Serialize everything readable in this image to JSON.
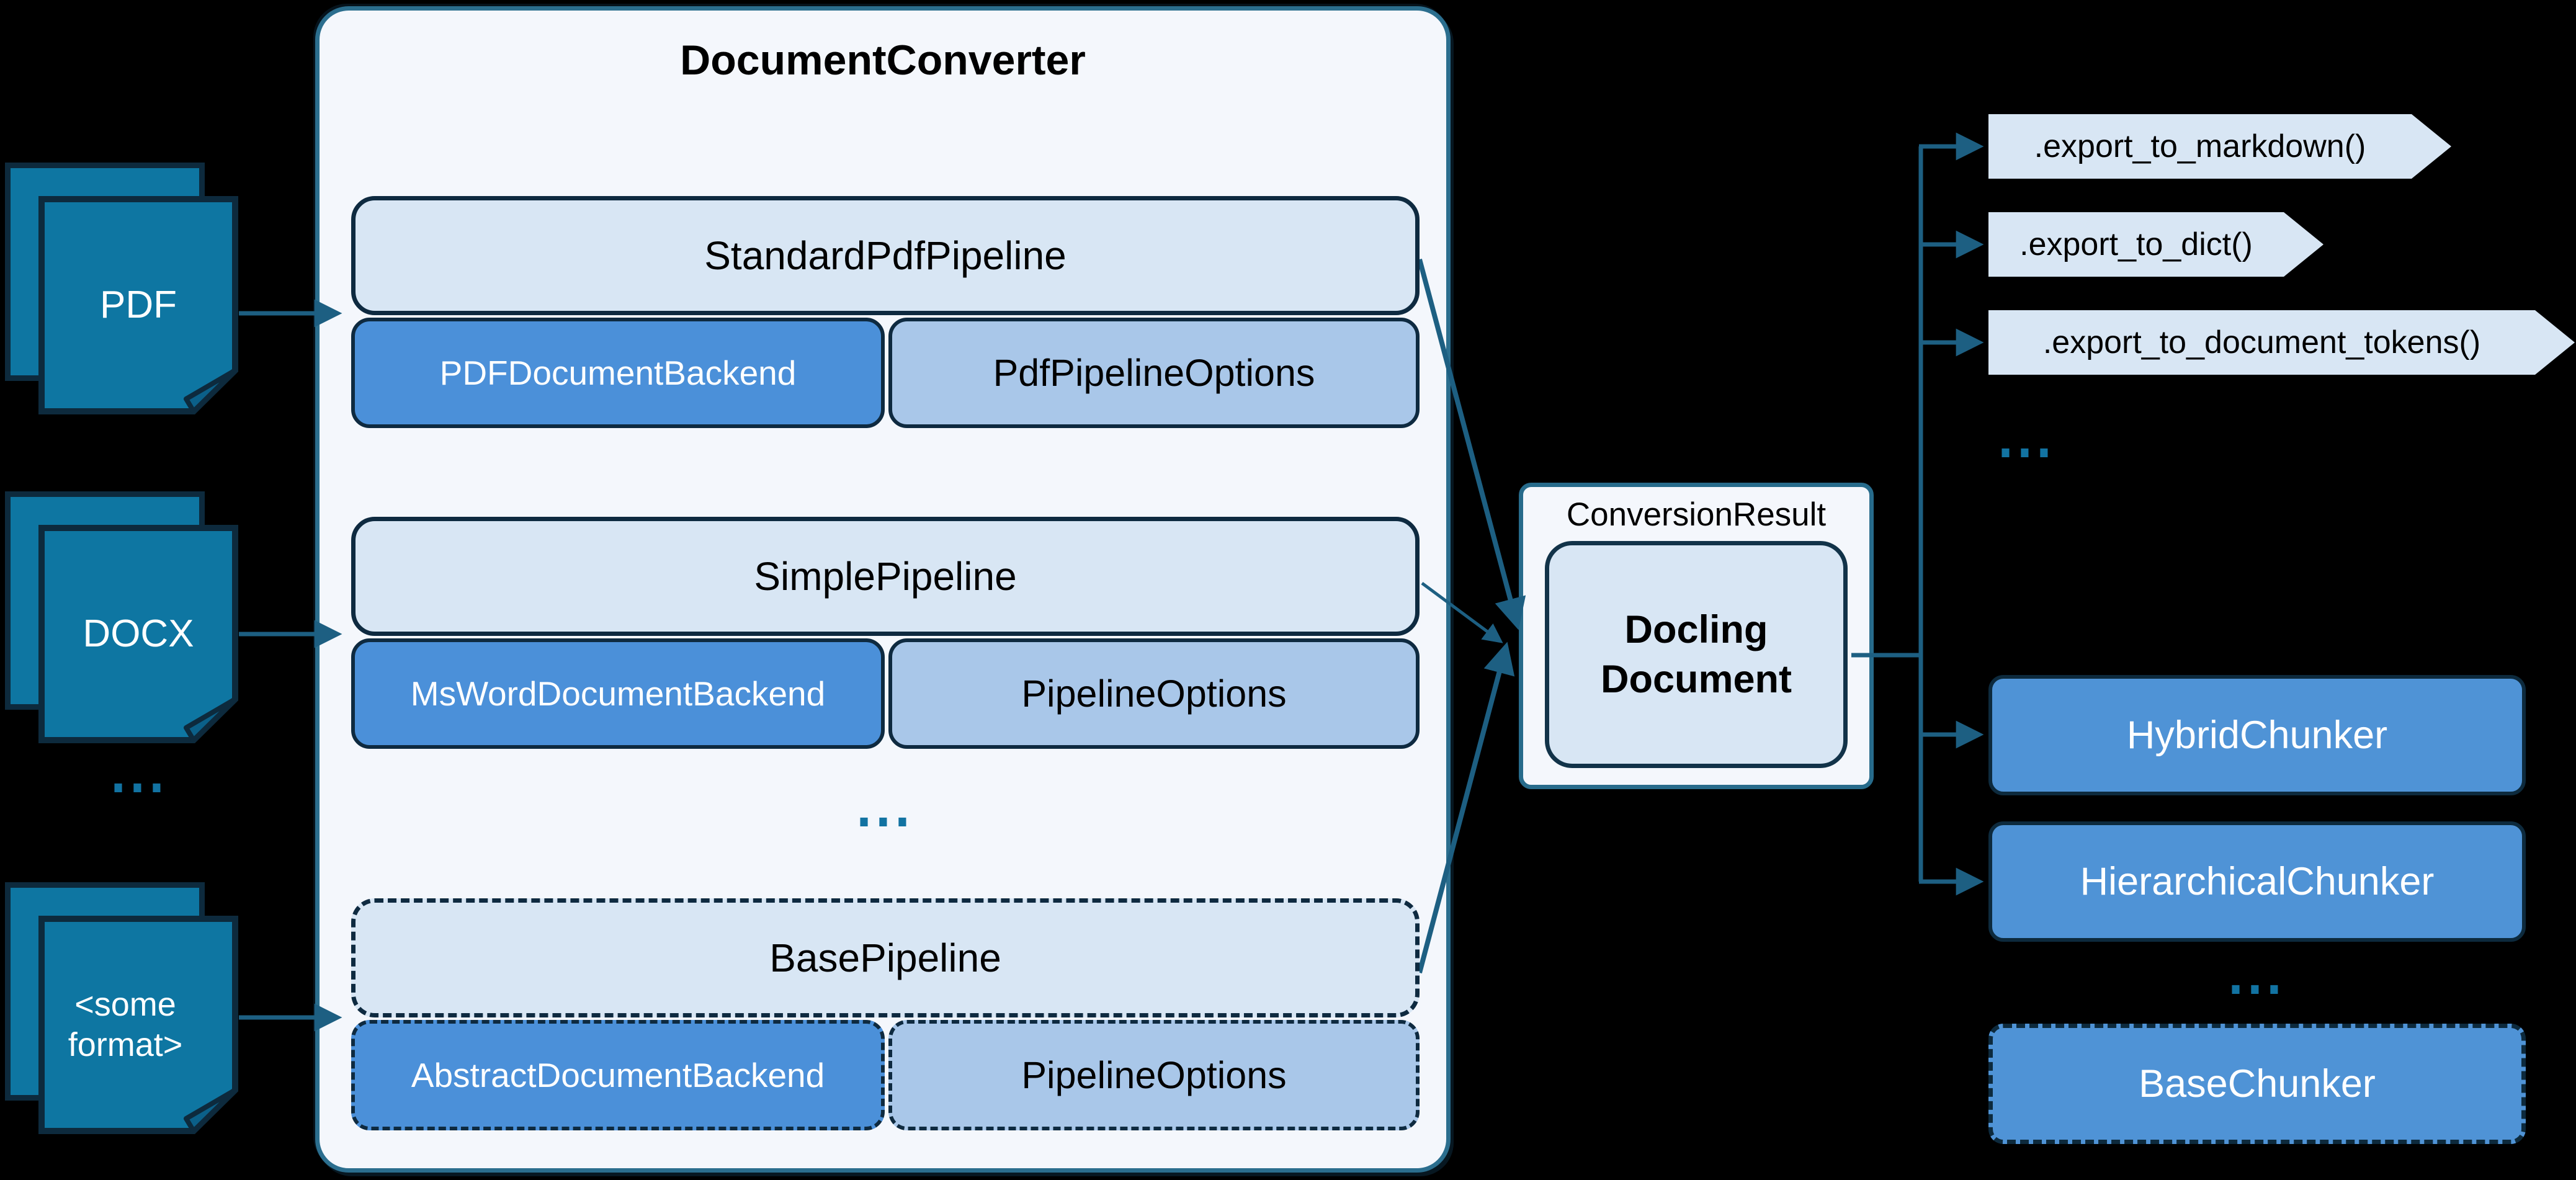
{
  "diagram": {
    "title": "DocumentConverter",
    "sources": {
      "items": [
        {
          "label": "PDF"
        },
        {
          "label": "DOCX"
        },
        {
          "label": "<some format>"
        }
      ],
      "ellipsis": "..."
    },
    "converter": {
      "pipelines": [
        {
          "pipeline": "StandardPdfPipeline",
          "backend": "PDFDocumentBackend",
          "options": "PdfPipelineOptions"
        },
        {
          "pipeline": "SimplePipeline",
          "backend": "MsWordDocumentBackend",
          "options": "PipelineOptions"
        },
        {
          "pipeline": "BasePipeline",
          "backend": "AbstractDocumentBackend",
          "options": "PipelineOptions"
        }
      ],
      "ellipsis": "..."
    },
    "result": {
      "label": "ConversionResult",
      "document": "Docling Document"
    },
    "exports": {
      "items": [
        ".export_to_markdown()",
        ".export_to_dict()",
        ".export_to_document_tokens()"
      ],
      "ellipsis": "..."
    },
    "chunkers": {
      "items": [
        "HybridChunker",
        "HierarchicalChunker"
      ],
      "ellipsis": "...",
      "base": "BaseChunker"
    },
    "colors": {
      "background": "#000000",
      "arrow_teal": "#1d5f82",
      "document_icon_fill": "#0e76a2",
      "panel_fill": "#f4f7fc",
      "panel_border": "#2b6e8e",
      "light_blue": "#d8e6f4",
      "mid_blue": "#a9c7e9",
      "strong_blue": "#4b90d9",
      "border_dark": "#0e2a40",
      "ellipsis_teal": "#1273a2"
    }
  }
}
